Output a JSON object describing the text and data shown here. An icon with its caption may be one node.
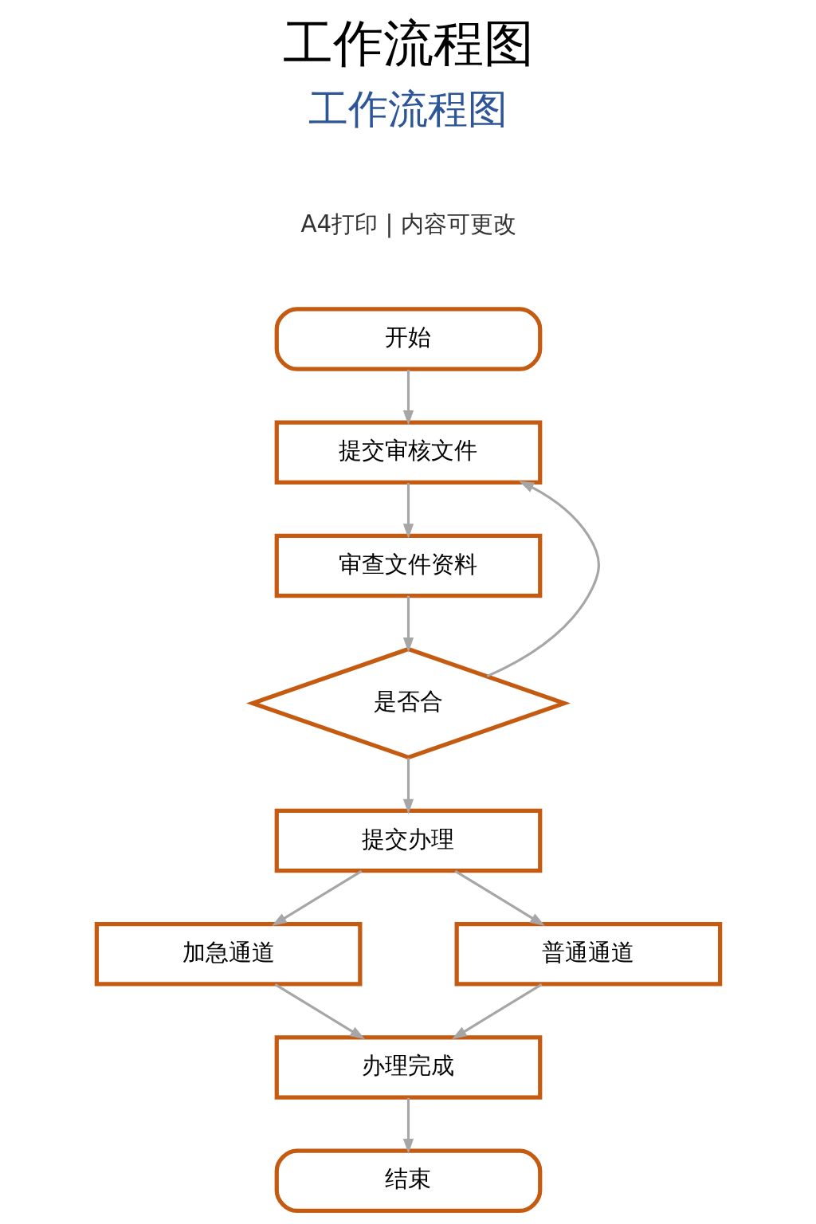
{
  "diagram": {
    "title": "工作流程图",
    "nodes": [
      {
        "text": [
          "开始"
        ]
      },
      {
        "text": [
          "提交审核文件"
        ]
      },
      {
        "text": [
          "审查文件资料"
        ]
      },
      {
        "text": [
          "是否合"
        ]
      },
      {
        "text": [
          "提交办理"
        ]
      },
      {
        "text": [
          "加急通道"
        ]
      },
      {
        "text": [
          "普通通道"
        ]
      },
      {
        "text": [
          "办理完成"
        ]
      },
      {
        "text": [
          "结束"
        ]
      }
    ],
    "edges": [
      {
        "from": 0,
        "to": 1,
        "arrow": "to"
      },
      {
        "from": 1,
        "to": 2,
        "arrow": "to"
      },
      {
        "from": 2,
        "to": 3,
        "arrow": "to"
      },
      {
        "from": 3,
        "to": 1,
        "arrow": "to"
      },
      {
        "from": 3,
        "to": 4,
        "arrow": "to"
      },
      {
        "from": 4,
        "to": 5,
        "arrow": "to"
      },
      {
        "from": 4,
        "to": 6,
        "arrow": "to"
      },
      {
        "from": 5,
        "to": 7,
        "arrow": "to"
      },
      {
        "from": 6,
        "to": 7,
        "arrow": "to"
      },
      {
        "from": 7,
        "to": 8,
        "arrow": "to"
      }
    ],
    "labels": [
      "工作流程图",
      "A4打印 | 内容可更改"
    ]
  }
}
